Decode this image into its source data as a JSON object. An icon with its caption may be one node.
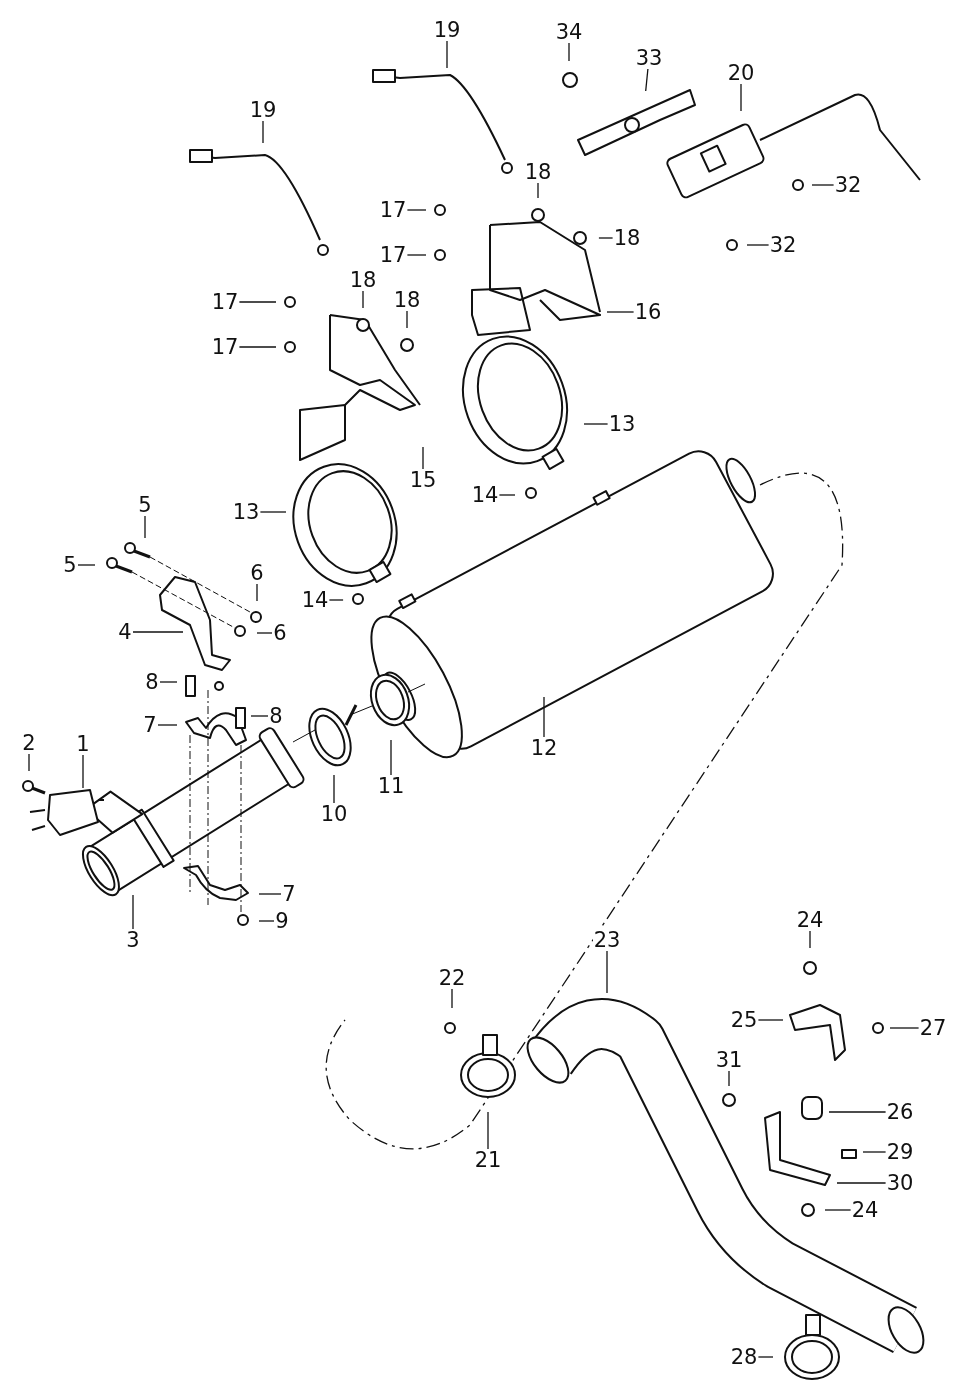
{
  "diagram": {
    "nodes": [
      {
        "text": [
          "19"
        ]
      },
      {
        "text": [
          "19"
        ]
      },
      {
        "text": [
          "34"
        ]
      },
      {
        "text": [
          "33"
        ]
      },
      {
        "text": [
          "20"
        ]
      },
      {
        "text": [
          "32"
        ]
      },
      {
        "text": [
          "32"
        ]
      },
      {
        "text": [
          "18"
        ]
      },
      {
        "text": [
          "17"
        ]
      },
      {
        "text": [
          "18"
        ]
      },
      {
        "text": [
          "17"
        ]
      },
      {
        "text": [
          "18"
        ]
      },
      {
        "text": [
          "18"
        ]
      },
      {
        "text": [
          "17"
        ]
      },
      {
        "text": [
          "16"
        ]
      },
      {
        "text": [
          "17"
        ]
      },
      {
        "text": [
          "13"
        ]
      },
      {
        "text": [
          "15"
        ]
      },
      {
        "text": [
          "14"
        ]
      },
      {
        "text": [
          "5"
        ]
      },
      {
        "text": [
          "13"
        ]
      },
      {
        "text": [
          "5"
        ]
      },
      {
        "text": [
          "6"
        ]
      },
      {
        "text": [
          "14"
        ]
      },
      {
        "text": [
          "6"
        ]
      },
      {
        "text": [
          "4"
        ]
      },
      {
        "text": [
          "8"
        ]
      },
      {
        "text": [
          "8"
        ]
      },
      {
        "text": [
          "7"
        ]
      },
      {
        "text": [
          "12"
        ]
      },
      {
        "text": [
          "2"
        ]
      },
      {
        "text": [
          "1"
        ]
      },
      {
        "text": [
          "11"
        ]
      },
      {
        "text": [
          "10"
        ]
      },
      {
        "text": [
          "7"
        ]
      },
      {
        "text": [
          "3"
        ]
      },
      {
        "text": [
          "9"
        ]
      },
      {
        "text": [
          "23"
        ]
      },
      {
        "text": [
          "24"
        ]
      },
      {
        "text": [
          "22"
        ]
      },
      {
        "text": [
          "25"
        ]
      },
      {
        "text": [
          "27"
        ]
      },
      {
        "text": [
          "31"
        ]
      },
      {
        "text": [
          "26"
        ]
      },
      {
        "text": [
          "29"
        ]
      },
      {
        "text": [
          "21"
        ]
      },
      {
        "text": [
          "30"
        ]
      },
      {
        "text": [
          "24"
        ]
      },
      {
        "text": [
          "28"
        ]
      }
    ],
    "edges": [
      {
        "from": 0,
        "to": null,
        "arrow": "none"
      },
      {
        "from": 1,
        "to": null,
        "arrow": "none"
      },
      {
        "from": 2,
        "to": null,
        "arrow": "none"
      },
      {
        "from": 3,
        "to": null,
        "arrow": "none"
      },
      {
        "from": 4,
        "to": null,
        "arrow": "none"
      },
      {
        "from": 5,
        "to": null,
        "arrow": "none"
      },
      {
        "from": 6,
        "to": null,
        "arrow": "none"
      },
      {
        "from": 7,
        "to": null,
        "arrow": "none"
      },
      {
        "from": 8,
        "to": null,
        "arrow": "none"
      },
      {
        "from": 9,
        "to": null,
        "arrow": "none"
      },
      {
        "from": 10,
        "to": null,
        "arrow": "none"
      },
      {
        "from": 11,
        "to": null,
        "arrow": "none"
      },
      {
        "from": 12,
        "to": null,
        "arrow": "none"
      },
      {
        "from": 13,
        "to": null,
        "arrow": "none"
      },
      {
        "from": 14,
        "to": null,
        "arrow": "none"
      },
      {
        "from": 15,
        "to": null,
        "arrow": "none"
      },
      {
        "from": 16,
        "to": null,
        "arrow": "none"
      },
      {
        "from": 17,
        "to": null,
        "arrow": "none"
      },
      {
        "from": 18,
        "to": null,
        "arrow": "none"
      },
      {
        "from": 19,
        "to": null,
        "arrow": "none"
      },
      {
        "from": 20,
        "to": null,
        "arrow": "none"
      },
      {
        "from": 21,
        "to": null,
        "arrow": "none"
      },
      {
        "from": 22,
        "to": null,
        "arrow": "none"
      },
      {
        "from": 23,
        "to": null,
        "arrow": "none"
      },
      {
        "from": 24,
        "to": null,
        "arrow": "none"
      },
      {
        "from": 25,
        "to": null,
        "arrow": "none"
      },
      {
        "from": 26,
        "to": null,
        "arrow": "none"
      },
      {
        "from": 27,
        "to": null,
        "arrow": "none"
      },
      {
        "from": 28,
        "to": null,
        "arrow": "none"
      },
      {
        "from": 29,
        "to": null,
        "arrow": "none"
      },
      {
        "from": 30,
        "to": null,
        "arrow": "none"
      },
      {
        "from": 31,
        "to": null,
        "arrow": "none"
      },
      {
        "from": 32,
        "to": null,
        "arrow": "none"
      },
      {
        "from": 33,
        "to": null,
        "arrow": "none"
      },
      {
        "from": 34,
        "to": null,
        "arrow": "none"
      },
      {
        "from": 35,
        "to": null,
        "arrow": "none"
      },
      {
        "from": 36,
        "to": null,
        "arrow": "none"
      },
      {
        "from": 37,
        "to": null,
        "arrow": "none"
      },
      {
        "from": 38,
        "to": null,
        "arrow": "none"
      },
      {
        "from": 39,
        "to": null,
        "arrow": "none"
      },
      {
        "from": 40,
        "to": null,
        "arrow": "none"
      },
      {
        "from": 41,
        "to": null,
        "arrow": "none"
      },
      {
        "from": 42,
        "to": null,
        "arrow": "none"
      },
      {
        "from": 43,
        "to": null,
        "arrow": "none"
      },
      {
        "from": 44,
        "to": null,
        "arrow": "none"
      },
      {
        "from": 45,
        "to": null,
        "arrow": "none"
      },
      {
        "from": 46,
        "to": null,
        "arrow": "none"
      },
      {
        "from": 47,
        "to": null,
        "arrow": "none"
      },
      {
        "from": 48,
        "to": null,
        "arrow": "none"
      }
    ]
  }
}
